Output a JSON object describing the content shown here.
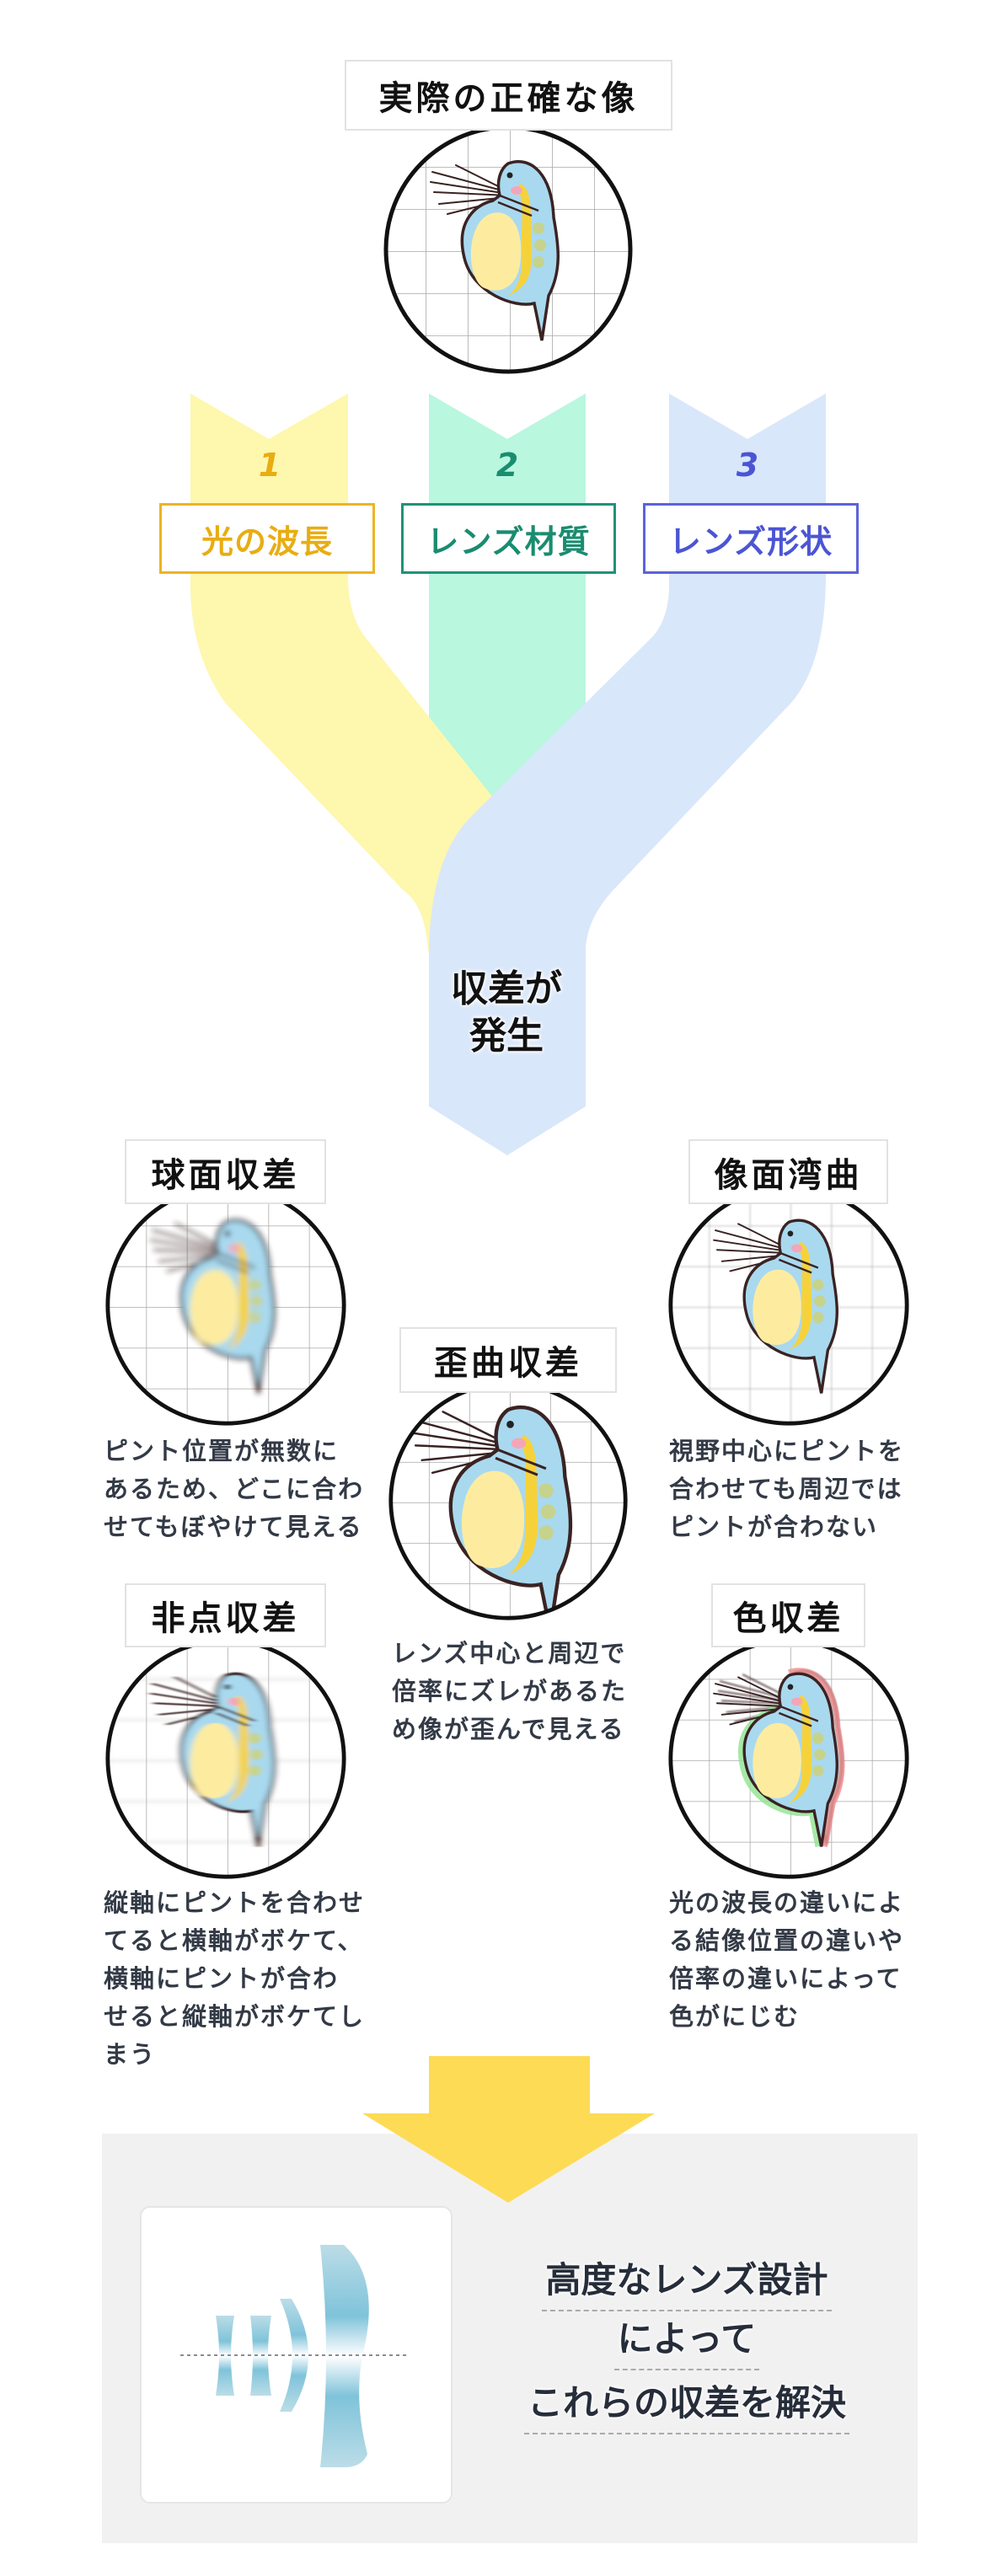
{
  "header": {
    "title": "実際の正確な像"
  },
  "causes": [
    {
      "number": "1",
      "label": "光の波長",
      "color": "#e8ad12",
      "band": "#fef7ae"
    },
    {
      "number": "2",
      "label": "レンズ材質",
      "color": "#1a8c70",
      "band": "#b9f7df"
    },
    {
      "number": "3",
      "label": "レンズ形状",
      "color": "#4b55d4",
      "band": "#d9e7fa"
    }
  ],
  "result": {
    "line1": "収差が",
    "line2": "発生"
  },
  "aberrations": {
    "spherical": {
      "title": "球面収差",
      "lines": [
        "ピント位置が無数に",
        "あるため、どこに合わ",
        "せてもぼやけて見える"
      ]
    },
    "field_curvature": {
      "title": "像面湾曲",
      "lines": [
        "視野中心にピントを",
        "合わせても周辺では",
        "ピントが合わない"
      ]
    },
    "distortion": {
      "title": "歪曲収差",
      "lines": [
        "レンズ中心と周辺で",
        "倍率にズレがあるた",
        "め像が歪んで見える"
      ]
    },
    "astigmatism": {
      "title": "非点収差",
      "lines": [
        "縦軸にピントを合わせ",
        "てると横軸がボケて、",
        "横軸にピントが合わ",
        "せると縦軸がボケてし",
        "まう"
      ]
    },
    "chromatic": {
      "title": "色収差",
      "lines": [
        "光の波長の違いによ",
        "る結像位置の違いや",
        "倍率の違いによって",
        "色がにじむ"
      ]
    }
  },
  "solution": {
    "lines": [
      "高度なレンズ設計",
      "によって",
      "これらの収差を解決"
    ],
    "arrow_color": "#fddb55"
  }
}
